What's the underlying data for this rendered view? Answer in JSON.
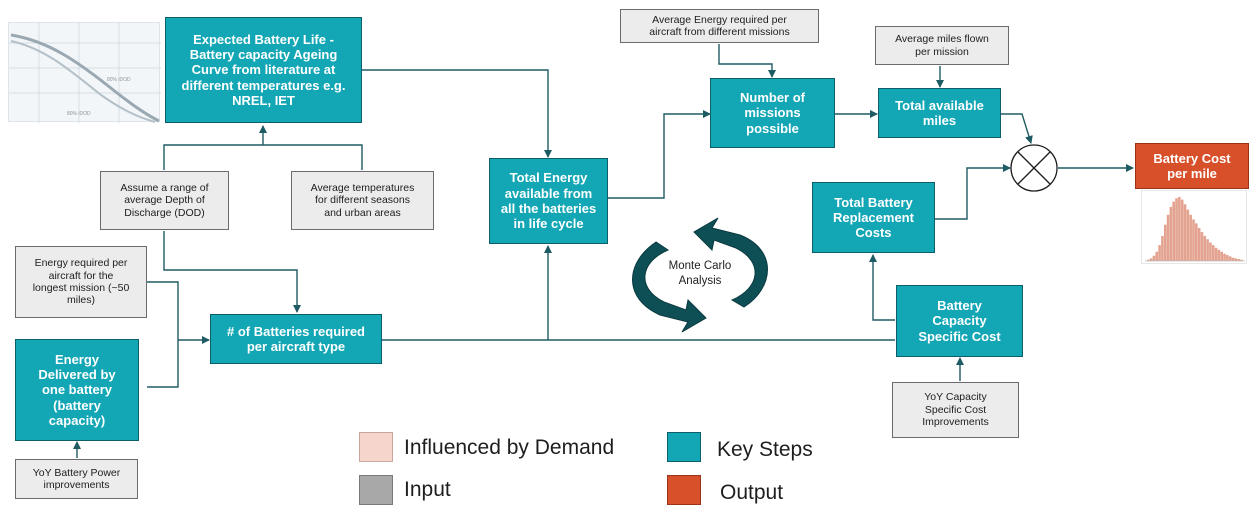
{
  "colors": {
    "key_step": "#13a6b5",
    "input": "#ececec",
    "output": "#d8502a",
    "influenced": "#f6d5cc",
    "connector": "#1f5b63"
  },
  "nodes": {
    "expected_life": "Expected Battery Life -\nBattery capacity Ageing\nCurve from literature at\ndifferent temperatures e.g.\nNREL, IET",
    "dod": "Assume a range of\naverage Depth of\nDischarge (DOD)",
    "avg_temp": "Average temperatures\nfor different seasons\nand urban areas",
    "energy_longest": "Energy required per\naircraft for the\nlongest mission (~50\nmiles)",
    "energy_delivered": "Energy\nDelivered by\none battery\n(battery\ncapacity)",
    "yoy_power": "YoY Battery Power\nimprovements",
    "num_batteries": "# of Batteries required\nper aircraft type",
    "total_energy": "Total Energy\navailable from\nall the batteries\nin life cycle",
    "avg_energy_missions": "Average Energy required per\naircraft from different missions",
    "num_missions": "Number of\nmissions\npossible",
    "avg_miles": "Average miles flown\nper mission",
    "total_miles": "Total available\nmiles",
    "replacement_costs": "Total Battery\nReplacement\nCosts",
    "capacity_cost": "Battery\nCapacity\nSpecific Cost",
    "yoy_capacity": "YoY Capacity\nSpecific Cost\nImprovements",
    "battery_cost": "Battery Cost\nper mile",
    "monte_carlo": "Monte Carlo\nAnalysis"
  },
  "legend": {
    "influenced": "Influenced by Demand",
    "key_steps": "Key Steps",
    "input": "Input",
    "output": "Output"
  },
  "thumbnail": {
    "curve_labels": [
      "80% iDOD",
      "80% iDOD"
    ]
  },
  "histogram": {
    "bins": [
      0.02,
      0.04,
      0.08,
      0.14,
      0.24,
      0.38,
      0.55,
      0.7,
      0.82,
      0.9,
      0.95,
      0.97,
      0.93,
      0.86,
      0.78,
      0.7,
      0.63,
      0.57,
      0.5,
      0.44,
      0.38,
      0.33,
      0.28,
      0.24,
      0.2,
      0.17,
      0.14,
      0.11,
      0.09,
      0.07,
      0.05,
      0.04,
      0.03,
      0.02
    ]
  }
}
